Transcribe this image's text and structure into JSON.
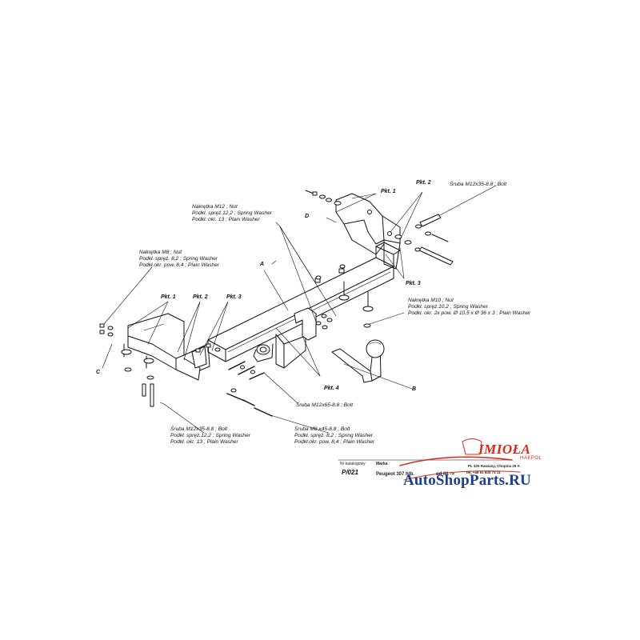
{
  "callouts": {
    "nut_m12": [
      "Nakrętka  M12 ; Nut",
      "Podkł. spręż.12,2 ; Spring Washer",
      "Podkł. okr. 13 ; Plain Washer"
    ],
    "nut_m8": [
      "Nakrętka  M8 ; Nut",
      "Podkł. spręż. 8,2 ; Spring Washer",
      "Podkł.okr. pow. 8,4 ; Plain Washer"
    ],
    "bolt_m12x35_top": "Śruba M12x35-8.8 ;  Bolt",
    "nut_m10": [
      "Nakrętka  M10 ; Nut",
      "Podkł. spręż.10,2 ; Spring Washer",
      "Podkł. okr. 2x pow. Ø 10,5 x Ø 36 x 3 ; Plain Washer"
    ],
    "bolt_m12x65": "Śruba M12x65-8.8 ;  Bolt",
    "bolt_m12x35_bottom": [
      "Śruba M12x35-8.8 ;  Bolt",
      "Podkł. spręż.12,2 ; Spring Washer",
      "Podkł. okr. 13 ; Plain Washer"
    ],
    "bolt_m8x45": [
      "Śruba M8 x45-8.8 ;  Bolt",
      "Podkł. spręż. 8,2 ; Spring Washer",
      "Podkł.okr. pow. 8,4 ; Plain Washer"
    ]
  },
  "point_tags": {
    "top_pkt1": "Pkt. 1",
    "top_pkt2": "Pkt. 2",
    "top_pkt3": "Pkt. 3",
    "left_pkt1": "Pkt. 1",
    "left_pkt2": "Pkt. 2",
    "left_pkt3": "Pkt. 3",
    "pkt4": "Pkt. 4"
  },
  "part_letters": {
    "a": "A",
    "b": "B",
    "c": "C",
    "d": "D"
  },
  "title_block": {
    "catalog_label": "Nr katalogowy",
    "catalog_value": "P/021",
    "make_label": "Marka",
    "make_value": "Peugeot 307 htb.",
    "from_value": "od  01 ->"
  },
  "logo": {
    "name": "IMIOŁA",
    "sub": "HAKPOL",
    "address": "PL 325 Rawiany, Chopina 29 A",
    "phone": "tel. +48 61 833 73 11",
    "color": "#d42a1a"
  },
  "watermark": {
    "text": "AutoShopParts.RU",
    "color": "#1a3f8f"
  }
}
